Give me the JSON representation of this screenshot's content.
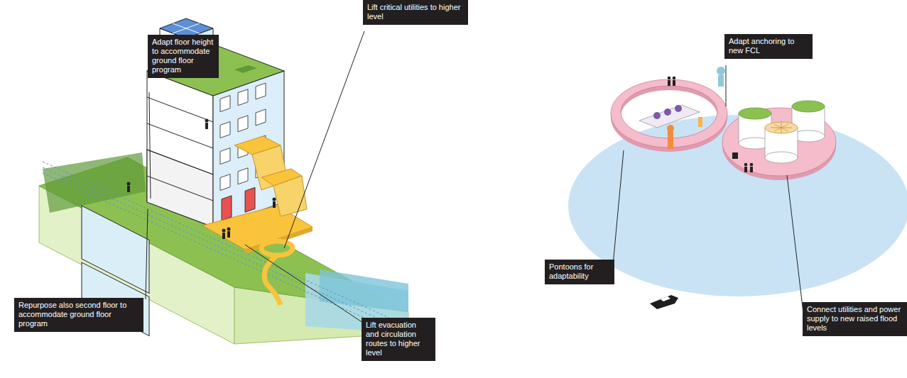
{
  "diagram": {
    "nodes": [
      {
        "text": [
          "Adapt floor height to accommodate ground floor program"
        ]
      },
      {
        "text": [
          "Lift critical  utilities to higher level"
        ]
      },
      {
        "text": [
          "Repurpose also second floor to accommodate ground floor program"
        ]
      },
      {
        "text": [
          "Lift evacuation and circulation routes to higher level"
        ]
      },
      {
        "text": [
          "Adapt anchoring to new FCL"
        ]
      },
      {
        "text": [
          "Pontoons for adaptability"
        ]
      },
      {
        "text": [
          "Connect utilities and power supply to new raised flood levels"
        ]
      }
    ]
  }
}
